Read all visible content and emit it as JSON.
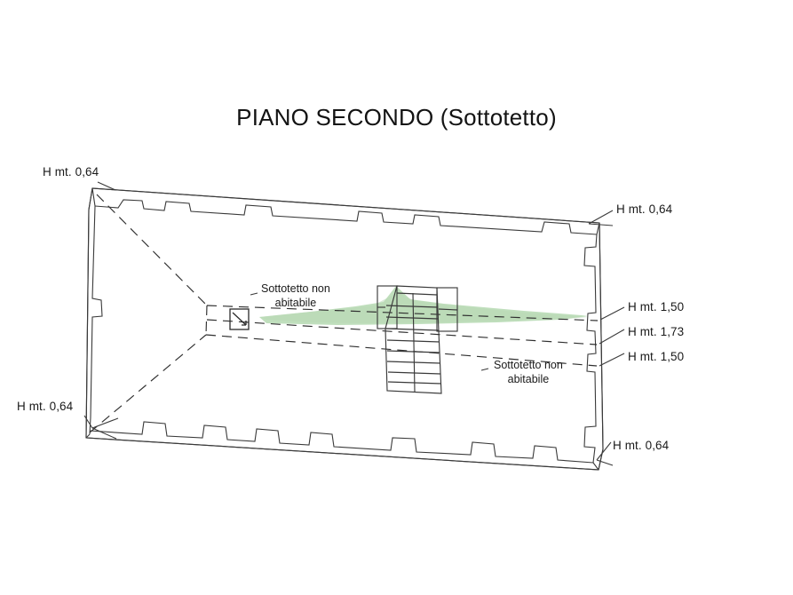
{
  "drawing": {
    "title": "PIANO SECONDO (Sottotetto)",
    "background_color": "#ffffff",
    "line_color": "#3a3a3a",
    "text_color": "#1a1a1a",
    "watermark_color": "#a9d3a4"
  },
  "height_labels": [
    {
      "id": "top-left",
      "text": "H mt. 0,64"
    },
    {
      "id": "top-right",
      "text": "H mt. 0,64"
    },
    {
      "id": "right-upper",
      "text": "H mt. 1,50"
    },
    {
      "id": "right-middle",
      "text": "H mt. 1,73"
    },
    {
      "id": "right-lower",
      "text": "H mt. 1,50"
    },
    {
      "id": "bottom-right",
      "text": "H mt. 0,64"
    },
    {
      "id": "bottom-left",
      "text": "H mt. 0,64"
    }
  ],
  "room_labels": [
    {
      "id": "left",
      "line1": "Sottotetto non",
      "line2": "abitabile"
    },
    {
      "id": "right",
      "line1": "Sottotetto non",
      "line2": "abitabile"
    }
  ]
}
